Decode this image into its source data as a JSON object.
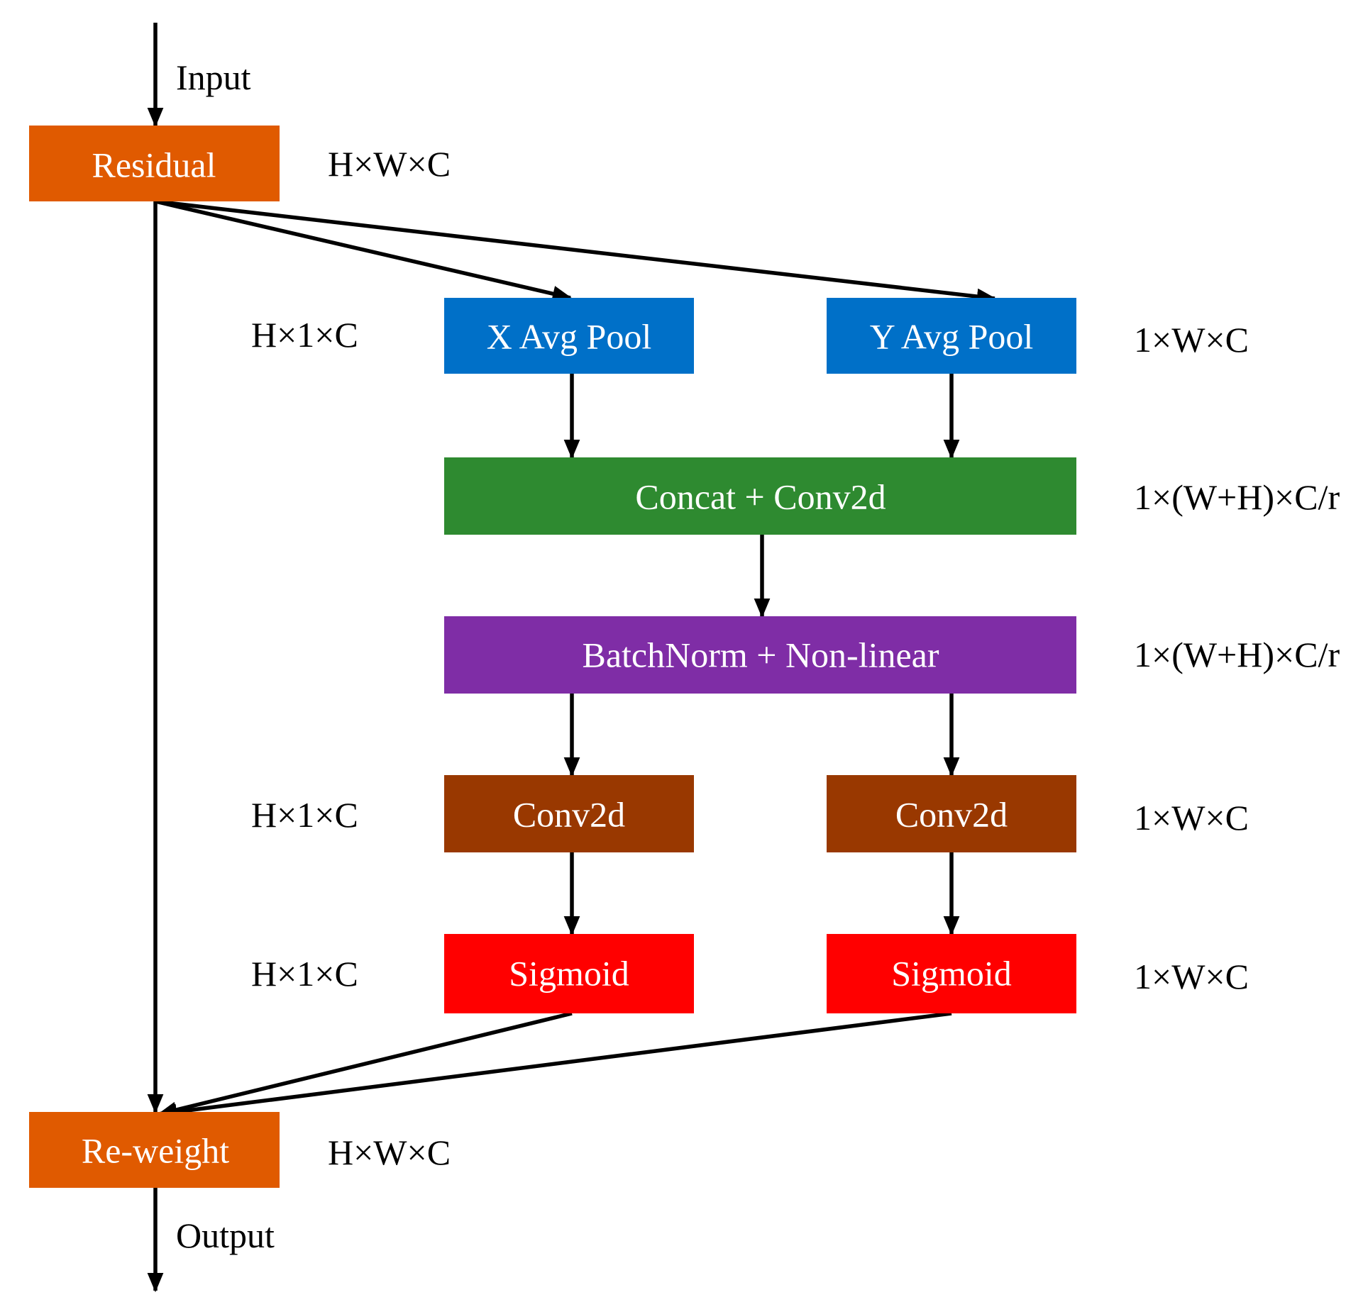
{
  "colors": {
    "residual": "#E05A00",
    "pool": "#0070C8",
    "concat": "#2E8A30",
    "batchnorm": "#7F2DA6",
    "conv": "#993800",
    "sigmoid": "#FF0000",
    "reweight": "#E05A00",
    "arrow": "#000000",
    "box_text": "#FFFFFF"
  },
  "io": {
    "input": "Input",
    "output": "Output"
  },
  "boxes": {
    "residual": "Residual",
    "x_pool": "X Avg Pool",
    "y_pool": "Y Avg Pool",
    "concat": "Concat + Conv2d",
    "batchnorm": "BatchNorm + Non-linear",
    "x_conv": "Conv2d",
    "y_conv": "Conv2d",
    "x_sigmoid": "Sigmoid",
    "y_sigmoid": "Sigmoid",
    "reweight": "Re-weight"
  },
  "dims": {
    "residual": "H×W×C",
    "x_pool": "H×1×C",
    "y_pool": "1×W×C",
    "concat": "1×(W+H)×C/r",
    "batchnorm": "1×(W+H)×C/r",
    "x_conv": "H×1×C",
    "y_conv": "1×W×C",
    "x_sigmoid": "H×1×C",
    "y_sigmoid": "1×W×C",
    "reweight": "H×W×C"
  }
}
